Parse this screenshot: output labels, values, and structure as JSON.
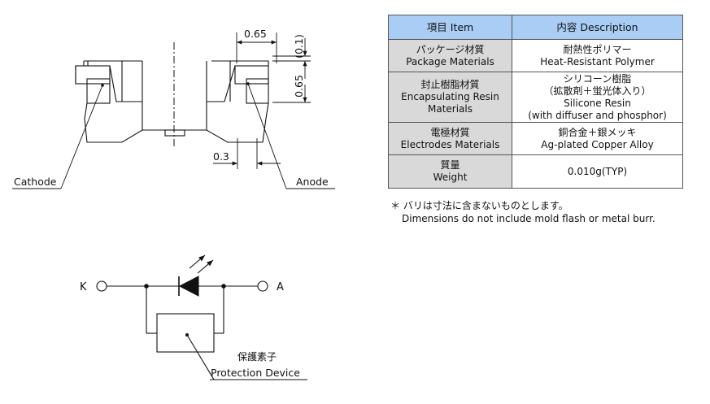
{
  "dimensions": {
    "dim_065_top": "0.65",
    "dim_01": "(0.1)",
    "dim_065_side": "0.65",
    "dim_03": "0.3"
  },
  "labels": {
    "cathode": "Cathode",
    "anode": "Anode"
  },
  "circuit": {
    "k_label": "K",
    "a_label": "A",
    "protection_jp": "保護素子",
    "protection_en": "Protection Device"
  },
  "table": {
    "header_item": "項目 Item",
    "header_desc": "内容 Description",
    "rows": [
      {
        "item": [
          "パッケージ材質",
          "Package Materials"
        ],
        "desc": [
          "耐熱性ポリマー",
          "Heat-Resistant Polymer"
        ]
      },
      {
        "item": [
          "封止樹脂材質",
          "Encapsulating Resin",
          "Materials"
        ],
        "desc": [
          "シリコーン樹脂",
          "（拡散剤＋蛍光体入り）",
          "Silicone Resin",
          "(with diffuser and phosphor)"
        ]
      },
      {
        "item": [
          "電極材質",
          "Electrodes Materials"
        ],
        "desc": [
          "銅合金＋銀メッキ",
          "Ag-plated Copper Alloy"
        ]
      },
      {
        "item": [
          "質量",
          "Weight"
        ],
        "desc": [
          "0.010g(TYP)"
        ]
      }
    ]
  },
  "note": {
    "line1": "＊ バリは寸法に含まないものとします。",
    "line2": "Dimensions do not include mold flash or metal burr."
  }
}
